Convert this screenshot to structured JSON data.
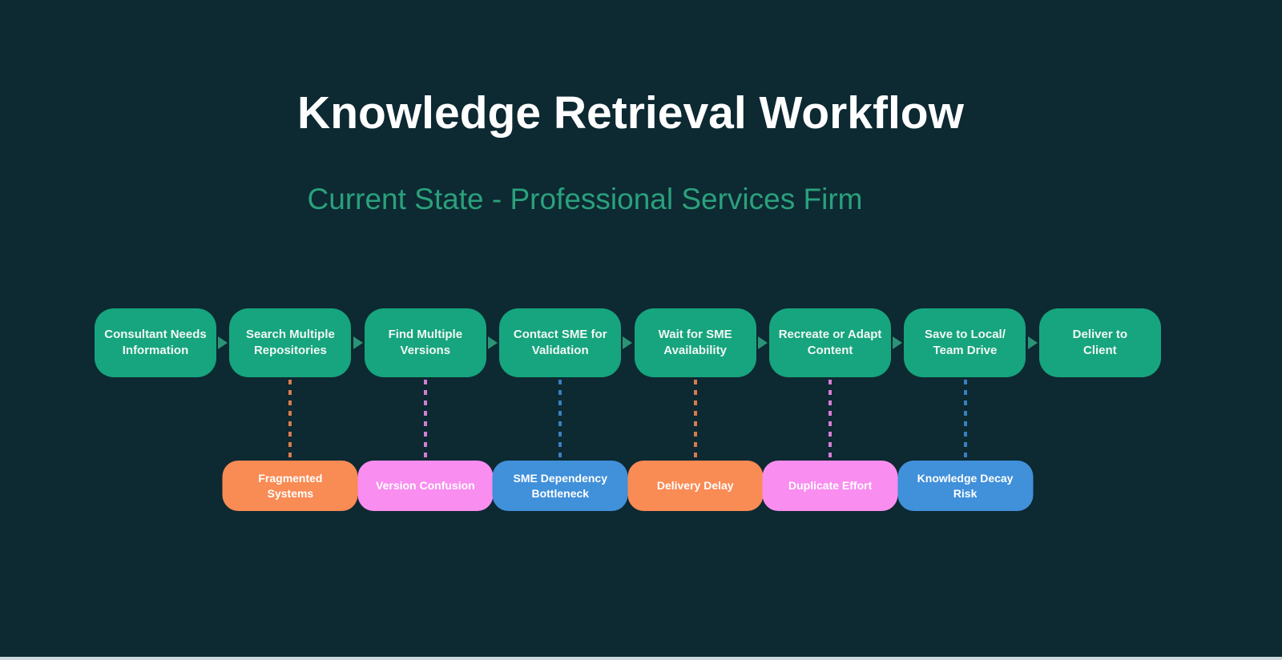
{
  "header": {
    "title": "Knowledge Retrieval Workflow",
    "subtitle": "Current State - Professional Services Firm"
  },
  "colors": {
    "background": "#0d2932",
    "step_fill": "#16a57e",
    "step_text": "#f2f7f5",
    "arrow": "#2b9376",
    "title_text": "#ffffff",
    "subtitle_text": "#2aa17c",
    "bottom_strip": "#ccd8de",
    "orange": "#f98b54",
    "pink": "#f98df0",
    "blue": "#4090da"
  },
  "workflow_steps": [
    {
      "label": "Consultant Needs\nInformation"
    },
    {
      "label": "Search Multiple\nRepositories"
    },
    {
      "label": "Find Multiple\nVersions"
    },
    {
      "label": "Contact SME for\nValidation"
    },
    {
      "label": "Wait for SME\nAvailability"
    },
    {
      "label": "Recreate or Adapt\nContent"
    },
    {
      "label": "Save to Local/\nTeam Drive"
    },
    {
      "label": "Deliver to\nClient"
    }
  ],
  "pain_points": [
    {
      "label": "Fragmented\nSystems",
      "color": "orange",
      "linked_step": 2
    },
    {
      "label": "Version Confusion",
      "color": "pink",
      "linked_step": 3
    },
    {
      "label": "SME Dependency\nBottleneck",
      "color": "blue",
      "linked_step": 4
    },
    {
      "label": "Delivery Delay",
      "color": "orange",
      "linked_step": 5
    },
    {
      "label": "Duplicate Effort",
      "color": "pink",
      "linked_step": 6
    },
    {
      "label": "Knowledge Decay\nRisk",
      "color": "blue",
      "linked_step": 7
    }
  ]
}
